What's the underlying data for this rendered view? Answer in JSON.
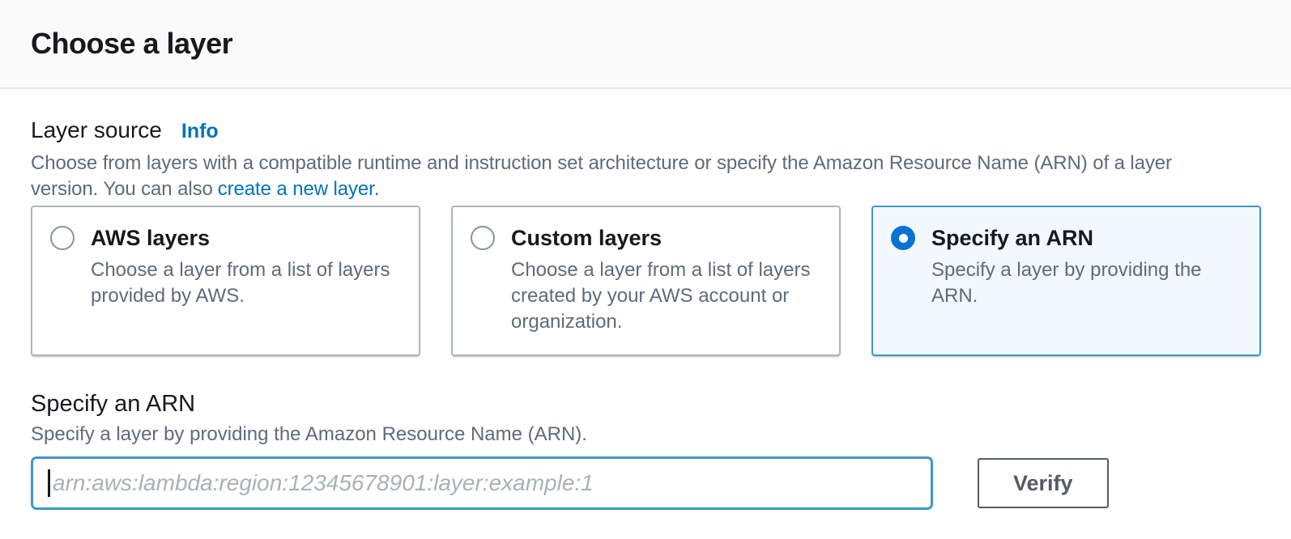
{
  "header": {
    "title": "Choose a layer"
  },
  "layer_source": {
    "label": "Layer source",
    "info_label": "Info",
    "description_line1": "Choose from layers with a compatible runtime and instruction set architecture or specify the Amazon Resource Name (ARN) of a layer",
    "description_line2_prefix": "version. You can also",
    "create_layer_link": "create a new layer."
  },
  "layer_options": [
    {
      "title": "AWS layers",
      "description": "Choose a layer from a list of layers provided by AWS.",
      "selected": false
    },
    {
      "title": "Custom layers",
      "description": "Choose a layer from a list of layers created by your AWS account or organization.",
      "selected": false
    },
    {
      "title": "Specify an ARN",
      "description": "Specify a layer by providing the ARN.",
      "selected": true
    }
  ],
  "arn_section": {
    "heading": "Specify an ARN",
    "description": "Specify a layer by providing the Amazon Resource Name (ARN).",
    "input_value": "",
    "input_placeholder": "arn:aws:lambda:region:12345678901:layer:example:1",
    "verify_label": "Verify"
  },
  "colors": {
    "link_blue": "#0073bb",
    "radio_checked_blue": "#0972d3",
    "selected_tile_border": "#3d97c9",
    "selected_tile_bg": "#f2f8fd",
    "input_focus_border": "#3d97c9",
    "secondary_text": "#5f6b7a",
    "button_border": "#545b64"
  }
}
